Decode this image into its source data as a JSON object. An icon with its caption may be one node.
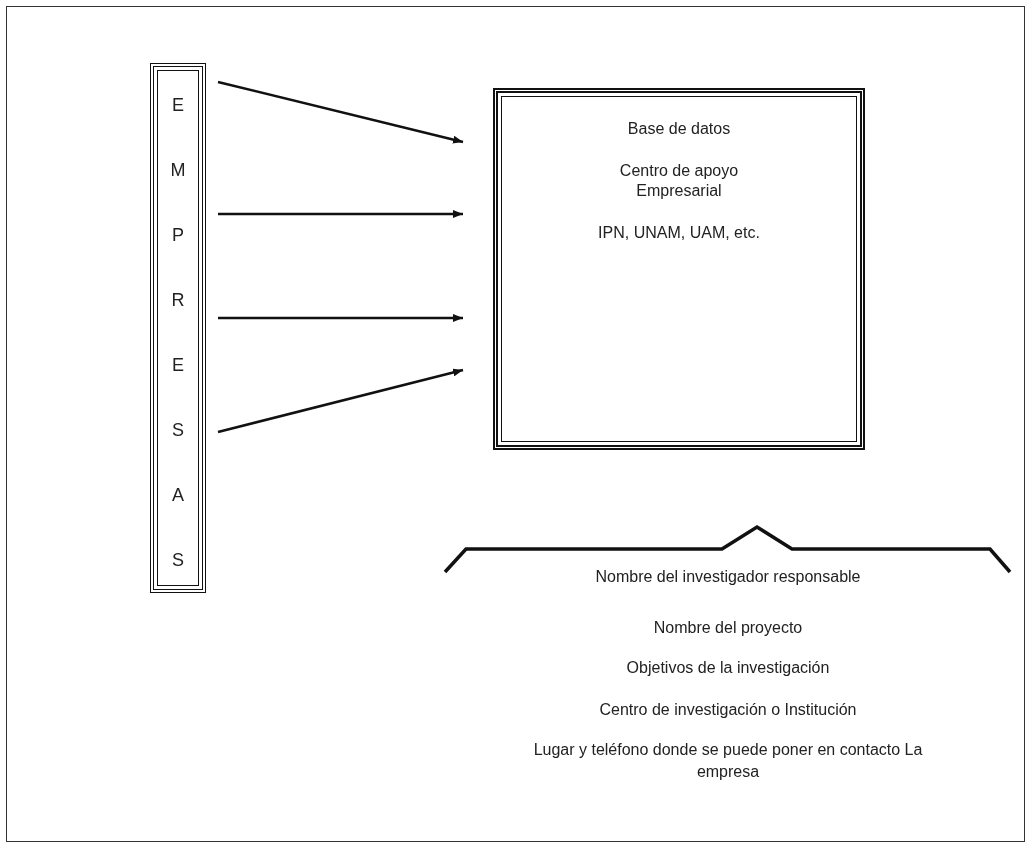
{
  "diagram": {
    "nodes": [
      {
        "text": [
          "EMPRESAS"
        ]
      },
      {
        "text": [
          "Base de datos",
          "Centro de apoyo Empresarial",
          "IPN, UNAM, UAM, etc."
        ]
      }
    ],
    "edges": [
      {
        "from": 0,
        "to": 1,
        "arrow": "to"
      },
      {
        "from": 0,
        "to": 1,
        "arrow": "to"
      },
      {
        "from": 0,
        "to": 1,
        "arrow": "to"
      },
      {
        "from": 0,
        "to": 1,
        "arrow": "to"
      }
    ],
    "labels": [
      "Nombre del investigador responsable",
      "Nombre del proyecto",
      "Objetivos de la investigación",
      "Centro de investigación o Institución",
      "Lugar y teléfono donde se puede poner en contacto La empresa"
    ]
  }
}
